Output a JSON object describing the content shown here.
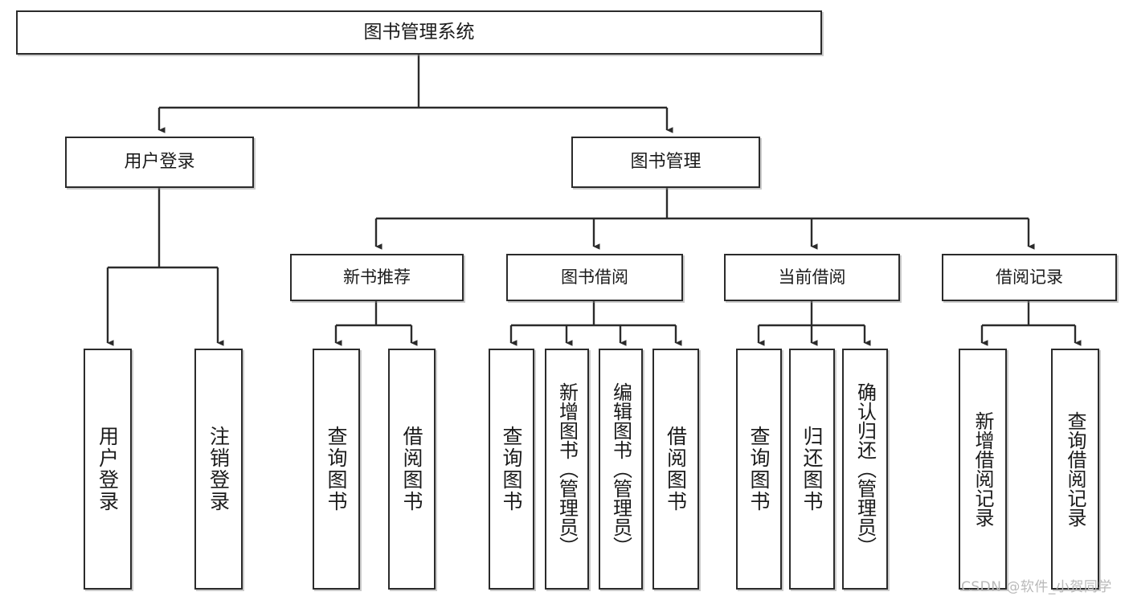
{
  "diagram": {
    "title": "图书管理系统",
    "type": "hierarchy-tree",
    "levels": 4,
    "colors": {
      "box_border": "#2b2b2b",
      "box_fill": "#ffffff",
      "edge": "#2b2b2b",
      "text": "#1b1b1b",
      "watermark": "#b9b9b9",
      "background": "#ffffff"
    },
    "root": {
      "label": "图书管理系统"
    },
    "level2": [
      {
        "key": "user_login",
        "label": "用户登录"
      },
      {
        "key": "book_manage",
        "label": "图书管理"
      }
    ],
    "level3": [
      {
        "key": "new_book",
        "label": "新书推荐"
      },
      {
        "key": "book_borrow",
        "label": "图书借阅"
      },
      {
        "key": "current_borrow",
        "label": "当前借阅"
      },
      {
        "key": "borrow_record",
        "label": "借阅记录"
      }
    ],
    "leaves": {
      "user_login": [
        {
          "label": "用户登录"
        },
        {
          "label": "注销登录"
        }
      ],
      "new_book": [
        {
          "label": "查询图书"
        },
        {
          "label": "借阅图书"
        }
      ],
      "book_borrow": [
        {
          "label": "查询图书"
        },
        {
          "label": "新增图书（管理员）"
        },
        {
          "label": "编辑图书（管理员）"
        },
        {
          "label": "借阅图书"
        }
      ],
      "current_borrow": [
        {
          "label": "查询图书"
        },
        {
          "label": "归还图书"
        },
        {
          "label": "确认归还（管理员）"
        }
      ],
      "borrow_record": [
        {
          "label": "新增借阅记录"
        },
        {
          "label": "查询借阅记录"
        }
      ]
    }
  },
  "watermark": {
    "text": "CSDN @软件_小贺同学"
  }
}
